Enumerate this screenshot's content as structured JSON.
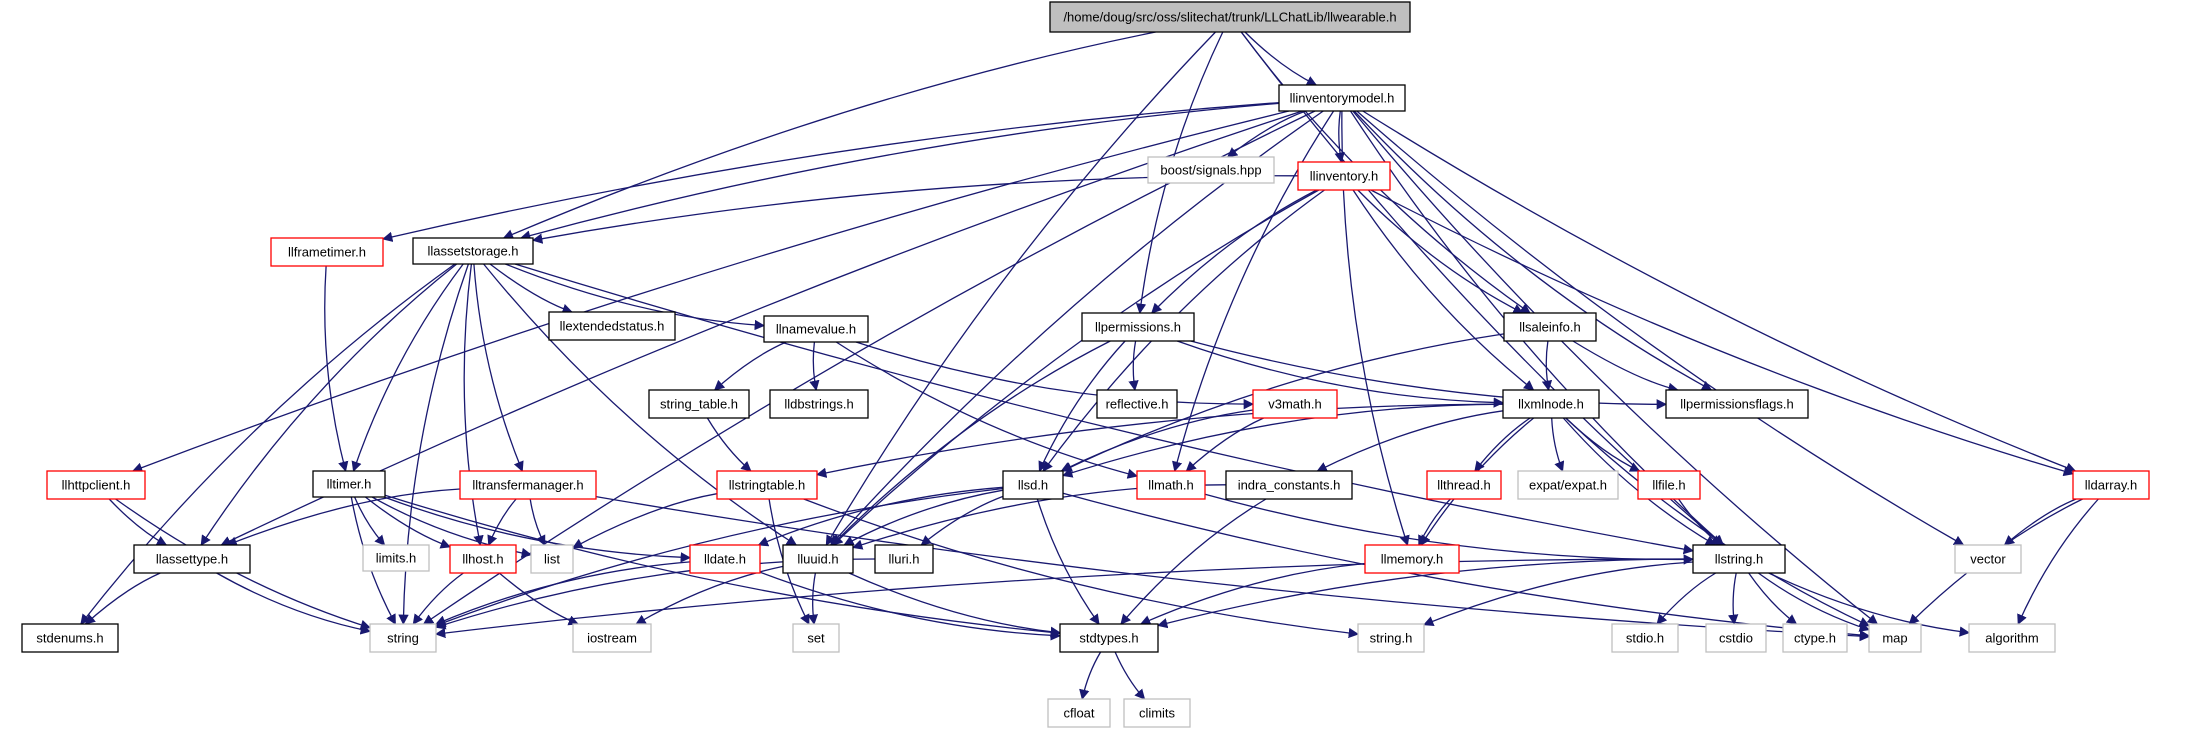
{
  "colors": {
    "edge": "#191970",
    "root_fill": "#bfbfbf",
    "normal_border": "#000000",
    "linked_border": "#ff0000",
    "system_border": "#bfbfbf",
    "text": "#000000"
  },
  "nodes": [
    {
      "id": "root",
      "label": "/home/doug/src/oss/slitechat/trunk/LLChatLib/llwearable.h",
      "kind": "root"
    },
    {
      "id": "llinventorymodel",
      "label": "llinventorymodel.h",
      "kind": "normal"
    },
    {
      "id": "boostsignals",
      "label": "boost/signals.hpp",
      "kind": "system"
    },
    {
      "id": "llinventory",
      "label": "llinventory.h",
      "kind": "linked"
    },
    {
      "id": "llframetimer",
      "label": "llframetimer.h",
      "kind": "linked"
    },
    {
      "id": "llassetstorage",
      "label": "llassetstorage.h",
      "kind": "normal"
    },
    {
      "id": "llextendedstatus",
      "label": "llextendedstatus.h",
      "kind": "normal"
    },
    {
      "id": "llnamevalue",
      "label": "llnamevalue.h",
      "kind": "normal"
    },
    {
      "id": "llpermissions",
      "label": "llpermissions.h",
      "kind": "normal"
    },
    {
      "id": "llsaleinfo",
      "label": "llsaleinfo.h",
      "kind": "normal"
    },
    {
      "id": "string_table",
      "label": "string_table.h",
      "kind": "normal"
    },
    {
      "id": "lldbstrings",
      "label": "lldbstrings.h",
      "kind": "normal"
    },
    {
      "id": "reflective",
      "label": "reflective.h",
      "kind": "normal"
    },
    {
      "id": "v3math",
      "label": "v3math.h",
      "kind": "linked"
    },
    {
      "id": "llxmlnode",
      "label": "llxmlnode.h",
      "kind": "normal"
    },
    {
      "id": "llpermissionsflags",
      "label": "llpermissionsflags.h",
      "kind": "normal"
    },
    {
      "id": "llhttpclient",
      "label": "llhttpclient.h",
      "kind": "linked"
    },
    {
      "id": "lltimer",
      "label": "lltimer.h",
      "kind": "normal"
    },
    {
      "id": "lltransfermanager",
      "label": "lltransfermanager.h",
      "kind": "linked"
    },
    {
      "id": "llstringtable",
      "label": "llstringtable.h",
      "kind": "linked"
    },
    {
      "id": "llsd",
      "label": "llsd.h",
      "kind": "normal"
    },
    {
      "id": "llmath",
      "label": "llmath.h",
      "kind": "linked"
    },
    {
      "id": "indra_constants",
      "label": "indra_constants.h",
      "kind": "normal"
    },
    {
      "id": "llthread",
      "label": "llthread.h",
      "kind": "linked"
    },
    {
      "id": "expat",
      "label": "expat/expat.h",
      "kind": "system"
    },
    {
      "id": "llfile",
      "label": "llfile.h",
      "kind": "linked"
    },
    {
      "id": "lldarray",
      "label": "lldarray.h",
      "kind": "linked"
    },
    {
      "id": "llassettype",
      "label": "llassettype.h",
      "kind": "normal"
    },
    {
      "id": "limits",
      "label": "limits.h",
      "kind": "system"
    },
    {
      "id": "list",
      "label": "list",
      "kind": "system"
    },
    {
      "id": "llhost",
      "label": "llhost.h",
      "kind": "linked"
    },
    {
      "id": "lldate",
      "label": "lldate.h",
      "kind": "linked"
    },
    {
      "id": "lluuid",
      "label": "lluuid.h",
      "kind": "normal"
    },
    {
      "id": "lluri",
      "label": "lluri.h",
      "kind": "normal"
    },
    {
      "id": "llmemory",
      "label": "llmemory.h",
      "kind": "linked"
    },
    {
      "id": "llstring",
      "label": "llstring.h",
      "kind": "normal"
    },
    {
      "id": "vector",
      "label": "vector",
      "kind": "system"
    },
    {
      "id": "stdenums",
      "label": "stdenums.h",
      "kind": "normal"
    },
    {
      "id": "string",
      "label": "string",
      "kind": "system"
    },
    {
      "id": "iostream",
      "label": "iostream",
      "kind": "system"
    },
    {
      "id": "set",
      "label": "set",
      "kind": "system"
    },
    {
      "id": "stdtypes",
      "label": "stdtypes.h",
      "kind": "normal"
    },
    {
      "id": "stringh",
      "label": "string.h",
      "kind": "system"
    },
    {
      "id": "stdioh",
      "label": "stdio.h",
      "kind": "system"
    },
    {
      "id": "cstdio",
      "label": "cstdio",
      "kind": "system"
    },
    {
      "id": "ctypeh",
      "label": "ctype.h",
      "kind": "system"
    },
    {
      "id": "map",
      "label": "map",
      "kind": "system"
    },
    {
      "id": "algorithm",
      "label": "algorithm",
      "kind": "system"
    },
    {
      "id": "cfloat",
      "label": "cfloat",
      "kind": "system"
    },
    {
      "id": "climits",
      "label": "climits",
      "kind": "system"
    }
  ],
  "edges": [
    [
      "root",
      "llinventorymodel"
    ],
    [
      "root",
      "llassetstorage"
    ],
    [
      "root",
      "lluuid"
    ],
    [
      "root",
      "llpermissions"
    ],
    [
      "root",
      "llsaleinfo"
    ],
    [
      "root",
      "llstring"
    ],
    [
      "llinventorymodel",
      "boostsignals"
    ],
    [
      "llinventorymodel",
      "llinventory"
    ],
    [
      "llinventorymodel",
      "llframetimer"
    ],
    [
      "llinventorymodel",
      "llassetstorage"
    ],
    [
      "llinventorymodel",
      "llhttpclient"
    ],
    [
      "llinventorymodel",
      "llassettype"
    ],
    [
      "llinventorymodel",
      "string"
    ],
    [
      "llinventorymodel",
      "lluuid"
    ],
    [
      "llinventorymodel",
      "llmath"
    ],
    [
      "llinventorymodel",
      "llmemory"
    ],
    [
      "llinventorymodel",
      "llpermissionsflags"
    ],
    [
      "llinventorymodel",
      "llstring"
    ],
    [
      "llinventorymodel",
      "lldarray"
    ],
    [
      "llinventorymodel",
      "vector"
    ],
    [
      "llinventorymodel",
      "map"
    ],
    [
      "llinventory",
      "llassetstorage"
    ],
    [
      "llinventory",
      "llpermissions"
    ],
    [
      "llinventory",
      "llsaleinfo"
    ],
    [
      "llinventory",
      "llxmlnode"
    ],
    [
      "llinventory",
      "llsd"
    ],
    [
      "llinventory",
      "lluuid"
    ],
    [
      "llinventory",
      "lldarray"
    ],
    [
      "llframetimer",
      "lltimer"
    ],
    [
      "llassetstorage",
      "llextendedstatus"
    ],
    [
      "llassetstorage",
      "llnamevalue"
    ],
    [
      "llassetstorage",
      "lltimer"
    ],
    [
      "llassetstorage",
      "lltransfermanager"
    ],
    [
      "llassetstorage",
      "llhost"
    ],
    [
      "llassetstorage",
      "lluuid"
    ],
    [
      "llassetstorage",
      "llassettype"
    ],
    [
      "llassetstorage",
      "string"
    ],
    [
      "llassetstorage",
      "stdenums"
    ],
    [
      "llassetstorage",
      "llstring"
    ],
    [
      "llnamevalue",
      "string_table"
    ],
    [
      "llnamevalue",
      "lldbstrings"
    ],
    [
      "llnamevalue",
      "v3math"
    ],
    [
      "llnamevalue",
      "llmath"
    ],
    [
      "llpermissions",
      "reflective"
    ],
    [
      "llpermissions",
      "llsd"
    ],
    [
      "llpermissions",
      "llxmlnode"
    ],
    [
      "llpermissions",
      "llpermissionsflags"
    ],
    [
      "llpermissions",
      "lluuid"
    ],
    [
      "llsaleinfo",
      "llxmlnode"
    ],
    [
      "llsaleinfo",
      "llpermissionsflags"
    ],
    [
      "llsaleinfo",
      "llsd"
    ],
    [
      "string_table",
      "llstringtable"
    ],
    [
      "v3math",
      "llmath"
    ],
    [
      "v3math",
      "llsd"
    ],
    [
      "llxmlnode",
      "llstringtable"
    ],
    [
      "llxmlnode",
      "indra_constants"
    ],
    [
      "llxmlnode",
      "llthread"
    ],
    [
      "llxmlnode",
      "expat"
    ],
    [
      "llxmlnode",
      "llfile"
    ],
    [
      "llxmlnode",
      "llmemory"
    ],
    [
      "llxmlnode",
      "llstring"
    ],
    [
      "llxmlnode",
      "llsd"
    ],
    [
      "llxmlnode",
      "map"
    ],
    [
      "llhttpclient",
      "llassettype"
    ],
    [
      "llhttpclient",
      "string"
    ],
    [
      "lltimer",
      "limits"
    ],
    [
      "lltimer",
      "list"
    ],
    [
      "lltimer",
      "string"
    ],
    [
      "lltimer",
      "llhost"
    ],
    [
      "lltimer",
      "lldate"
    ],
    [
      "lltimer",
      "stdtypes"
    ],
    [
      "lltransfermanager",
      "llassettype"
    ],
    [
      "lltransfermanager",
      "llhost"
    ],
    [
      "lltransfermanager",
      "list"
    ],
    [
      "lltransfermanager",
      "map"
    ],
    [
      "llstringtable",
      "list"
    ],
    [
      "llstringtable",
      "set"
    ],
    [
      "llstringtable",
      "stringh"
    ],
    [
      "llsd",
      "lldate"
    ],
    [
      "llsd",
      "lluuid"
    ],
    [
      "llsd",
      "lluri"
    ],
    [
      "llsd",
      "stdtypes"
    ],
    [
      "llsd",
      "string"
    ],
    [
      "llsd",
      "map"
    ],
    [
      "llmath",
      "llstring"
    ],
    [
      "indra_constants",
      "stdtypes"
    ],
    [
      "indra_constants",
      "lluuid"
    ],
    [
      "llthread",
      "llmemory"
    ],
    [
      "llfile",
      "llstring"
    ],
    [
      "lldarray",
      "vector"
    ],
    [
      "lldarray",
      "map"
    ],
    [
      "lldarray",
      "algorithm"
    ],
    [
      "llassettype",
      "stdenums"
    ],
    [
      "llassettype",
      "string"
    ],
    [
      "llhost",
      "string"
    ],
    [
      "llhost",
      "iostream"
    ],
    [
      "lldate",
      "string"
    ],
    [
      "lldate",
      "stdtypes"
    ],
    [
      "lluuid",
      "set"
    ],
    [
      "lluuid",
      "iostream"
    ],
    [
      "lluuid",
      "stdtypes"
    ],
    [
      "lluri",
      "string"
    ],
    [
      "llmemory",
      "stdtypes"
    ],
    [
      "llstring",
      "stdioh"
    ],
    [
      "llstring",
      "cstdio"
    ],
    [
      "llstring",
      "ctypeh"
    ],
    [
      "llstring",
      "map"
    ],
    [
      "llstring",
      "algorithm"
    ],
    [
      "llstring",
      "stringh"
    ],
    [
      "llstring",
      "string"
    ],
    [
      "llstring",
      "stdtypes"
    ],
    [
      "stdtypes",
      "cfloat"
    ],
    [
      "stdtypes",
      "climits"
    ]
  ]
}
